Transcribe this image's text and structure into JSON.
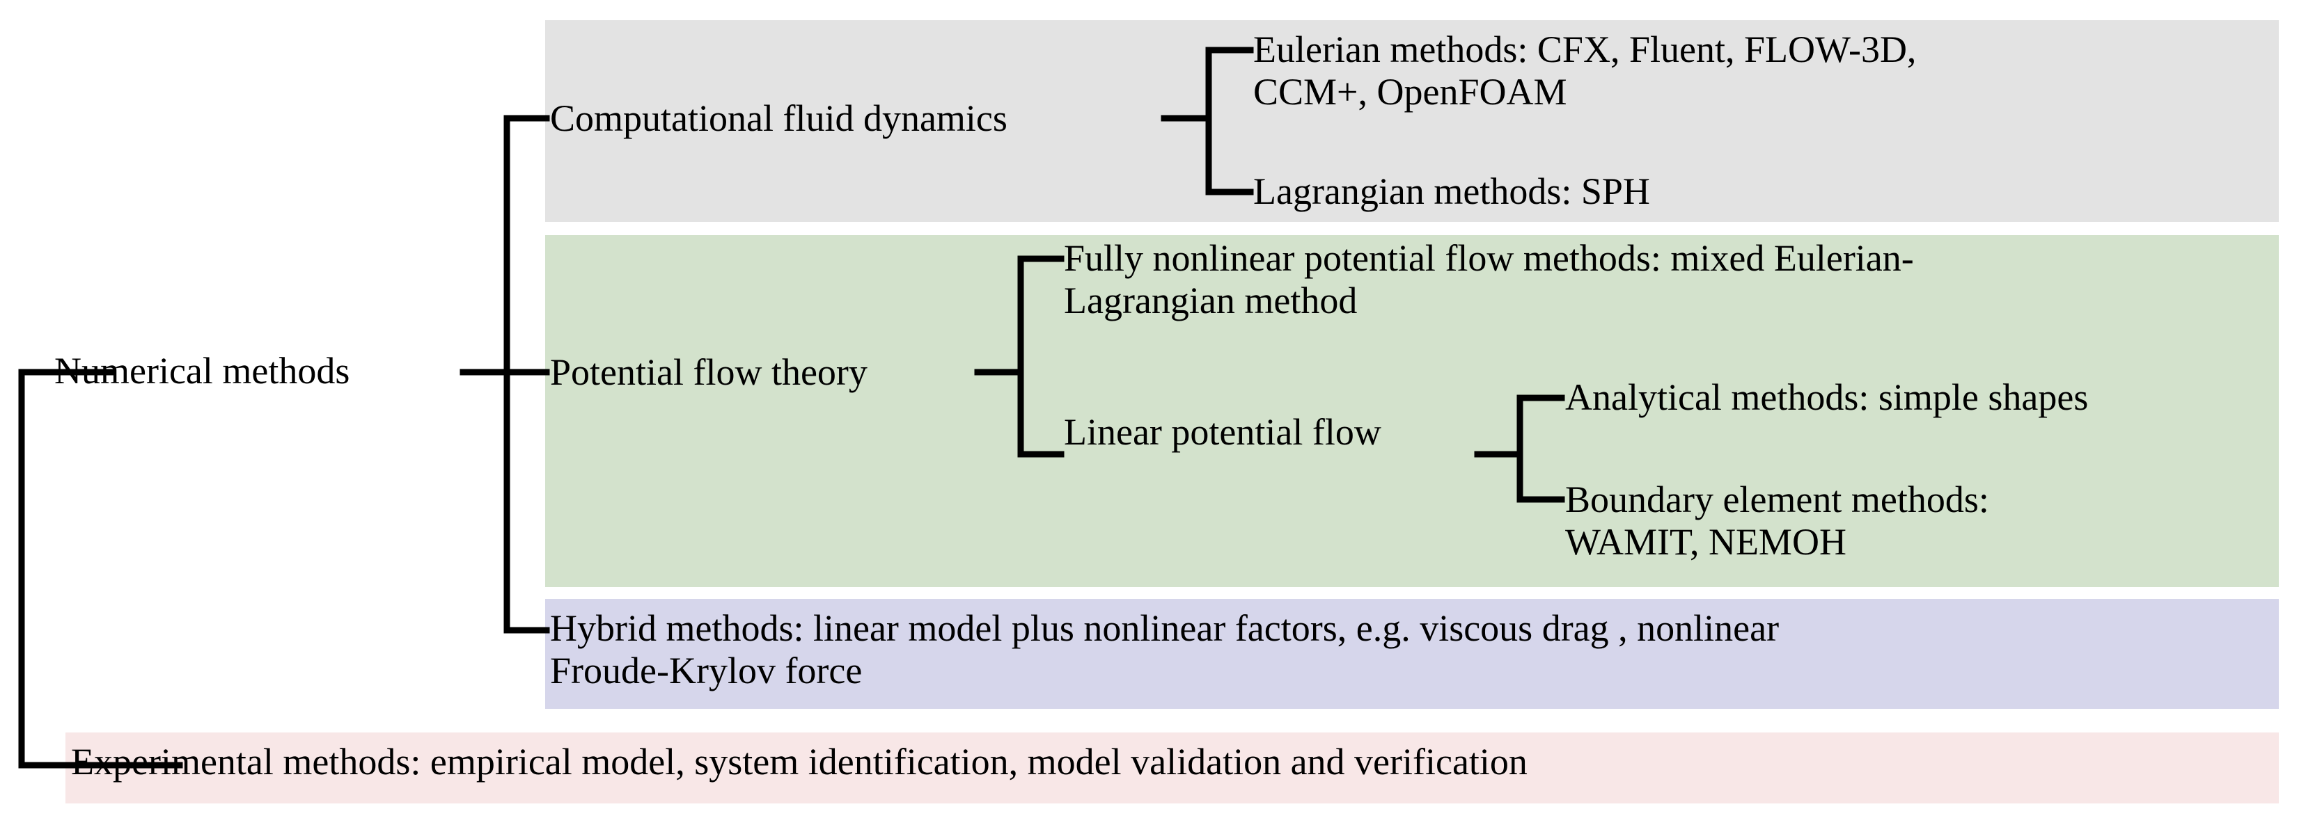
{
  "diagram": {
    "title_text": "Numerical methods",
    "type": "tree-taxonomy",
    "colors": {
      "background": "#ffffff",
      "line": "#000000",
      "text": "#000000",
      "band_cfd": "#E3E3E3",
      "band_potential": "#D3E2CC",
      "band_hybrid": "#D6D6EB",
      "band_experimental": "#F8E7E7"
    },
    "root": {
      "label": "Numerical methods"
    },
    "nodes": {
      "cfd": "Computational fluid dynamics",
      "eulerian": "Eulerian methods: CFX, Fluent, FLOW-3D,\nCCM+, OpenFOAM",
      "lagrangian": "Lagrangian methods: SPH",
      "potential_flow": "Potential flow theory",
      "fully_nonlinear": "Fully nonlinear potential flow methods: mixed Eulerian-\nLagrangian method",
      "linear_potential_flow": "Linear potential flow",
      "analytical": "Analytical methods: simple shapes",
      "boundary_element": "Boundary element methods:\nWAMIT, NEMOH",
      "hybrid": "Hybrid methods: linear model plus nonlinear factors, e.g. viscous drag , nonlinear\nFroude-Krylov force",
      "experimental": "Experimental methods: empirical model, system identification, model validation and verification"
    }
  }
}
